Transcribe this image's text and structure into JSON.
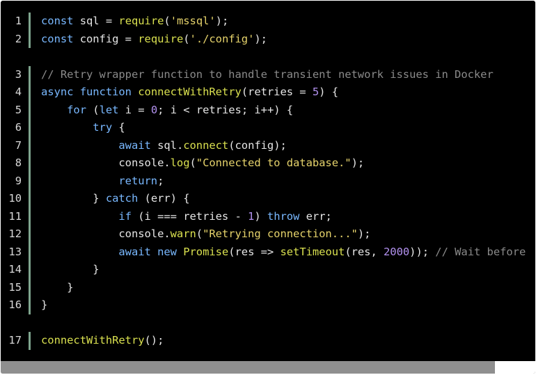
{
  "code": {
    "lines": [
      {
        "n": "1",
        "parts": [
          [
            "k",
            "const"
          ],
          [
            "p",
            " sql = "
          ],
          [
            "f",
            "require"
          ],
          [
            "p",
            "("
          ],
          [
            "str",
            "'mssql'"
          ],
          [
            "p",
            ");"
          ]
        ]
      },
      {
        "n": "2",
        "parts": [
          [
            "k",
            "const"
          ],
          [
            "p",
            " config = "
          ],
          [
            "f",
            "require"
          ],
          [
            "p",
            "("
          ],
          [
            "str",
            "'./config'"
          ],
          [
            "p",
            ");"
          ]
        ]
      },
      {
        "gap": true
      },
      {
        "n": "3",
        "parts": [
          [
            "c",
            "// Retry wrapper function to handle transient network issues in Docker"
          ]
        ]
      },
      {
        "n": "4",
        "parts": [
          [
            "k",
            "async function"
          ],
          [
            "p",
            " "
          ],
          [
            "f",
            "connectWithRetry"
          ],
          [
            "p",
            "(retries = "
          ],
          [
            "n",
            "5"
          ],
          [
            "p",
            ") {"
          ]
        ]
      },
      {
        "n": "5",
        "parts": [
          [
            "p",
            "    "
          ],
          [
            "k",
            "for"
          ],
          [
            "p",
            " ("
          ],
          [
            "k",
            "let"
          ],
          [
            "p",
            " i = "
          ],
          [
            "n",
            "0"
          ],
          [
            "p",
            "; i < retries; i++) {"
          ]
        ]
      },
      {
        "n": "6",
        "parts": [
          [
            "p",
            "        "
          ],
          [
            "k",
            "try"
          ],
          [
            "p",
            " {"
          ]
        ]
      },
      {
        "n": "7",
        "parts": [
          [
            "p",
            "            "
          ],
          [
            "k",
            "await"
          ],
          [
            "p",
            " sql."
          ],
          [
            "f",
            "connect"
          ],
          [
            "p",
            "(config);"
          ]
        ]
      },
      {
        "n": "8",
        "parts": [
          [
            "p",
            "            console."
          ],
          [
            "f",
            "log"
          ],
          [
            "p",
            "("
          ],
          [
            "str",
            "\"Connected to database.\""
          ],
          [
            "p",
            ");"
          ]
        ]
      },
      {
        "n": "9",
        "parts": [
          [
            "p",
            "            "
          ],
          [
            "k",
            "return"
          ],
          [
            "p",
            ";"
          ]
        ]
      },
      {
        "n": "10",
        "parts": [
          [
            "p",
            "        } "
          ],
          [
            "k",
            "catch"
          ],
          [
            "p",
            " (err) {"
          ]
        ]
      },
      {
        "n": "11",
        "parts": [
          [
            "p",
            "            "
          ],
          [
            "k",
            "if"
          ],
          [
            "p",
            " (i === retries - "
          ],
          [
            "n",
            "1"
          ],
          [
            "p",
            ") "
          ],
          [
            "k",
            "throw"
          ],
          [
            "p",
            " err;"
          ]
        ]
      },
      {
        "n": "12",
        "parts": [
          [
            "p",
            "            console."
          ],
          [
            "f",
            "warn"
          ],
          [
            "p",
            "("
          ],
          [
            "str",
            "\"Retrying connection...\""
          ],
          [
            "p",
            ");"
          ]
        ]
      },
      {
        "n": "13",
        "parts": [
          [
            "p",
            "            "
          ],
          [
            "k",
            "await new"
          ],
          [
            "p",
            " "
          ],
          [
            "f",
            "Promise"
          ],
          [
            "p",
            "(res => "
          ],
          [
            "f",
            "setTimeout"
          ],
          [
            "p",
            "(res, "
          ],
          [
            "n",
            "2000"
          ],
          [
            "p",
            "));"
          ],
          [
            "c",
            " // Wait before"
          ]
        ]
      },
      {
        "n": "14",
        "parts": [
          [
            "p",
            "        }"
          ]
        ]
      },
      {
        "n": "15",
        "parts": [
          [
            "p",
            "    }"
          ]
        ]
      },
      {
        "n": "16",
        "parts": [
          [
            "p",
            "}"
          ]
        ]
      },
      {
        "gap": true
      },
      {
        "n": "17",
        "parts": [
          [
            "f",
            "connectWithRetry"
          ],
          [
            "p",
            "();"
          ]
        ]
      }
    ]
  },
  "scrollbar": {
    "horizontal_position": 0
  }
}
